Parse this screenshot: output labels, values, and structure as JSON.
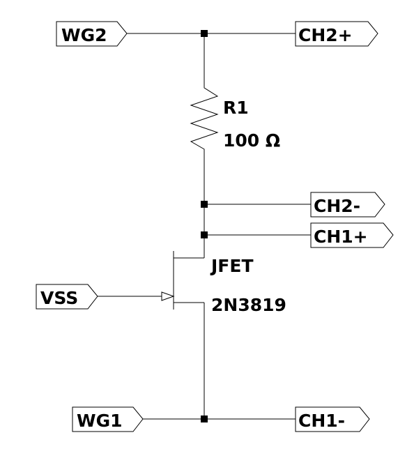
{
  "schematic": {
    "ports": {
      "wg2": "WG2",
      "ch2_plus": "CH2+",
      "ch2_minus": "CH2-",
      "ch1_plus": "CH1+",
      "vss": "VSS",
      "wg1": "WG1",
      "ch1_minus": "CH1-"
    },
    "resistor": {
      "ref": "R1",
      "value": "100 Ω"
    },
    "transistor": {
      "type": "JFET",
      "part": "2N3819"
    }
  }
}
